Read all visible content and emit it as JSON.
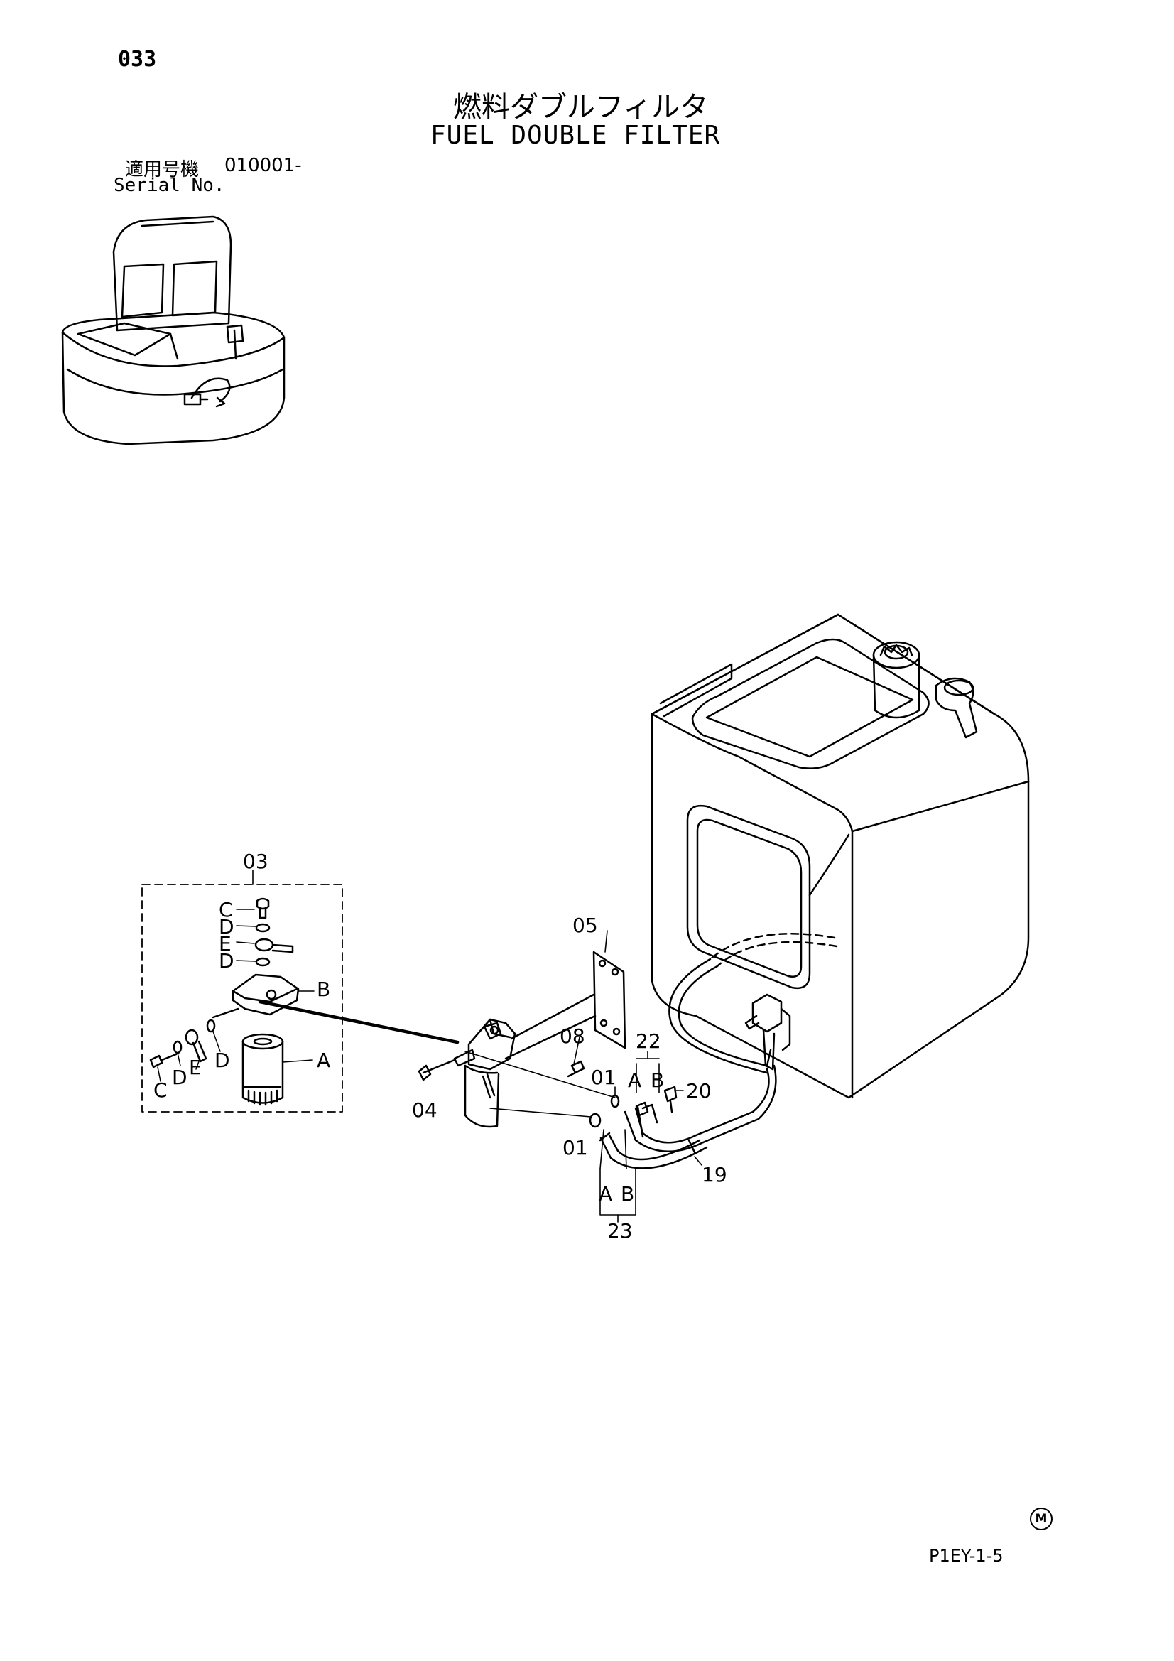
{
  "header": {
    "page_number": "033",
    "title_jp": "燃料ダブルフィルタ",
    "title_en": "FUEL DOUBLE FILTER",
    "serial_label_jp": "適用号機",
    "serial_value": "010001-",
    "serial_label_en": "Serial No."
  },
  "callouts": {
    "n03": "03",
    "n05": "05",
    "n08": "08",
    "n22": "22",
    "n01a": "01",
    "n20": "20",
    "n04": "04",
    "n01b": "01",
    "n19": "19",
    "n23": "23",
    "sub_A": "A",
    "sub_B": "B",
    "sub_C": "C",
    "sub_D": "D",
    "sub_E": "E",
    "A22": "A",
    "B22": "B",
    "A23": "A",
    "B23": "B",
    "inset_C1": "C",
    "inset_D1": "D",
    "inset_E1": "E",
    "inset_D2": "D",
    "inset_B": "B",
    "inset_C2": "C",
    "inset_D3": "D",
    "inset_E2": "E",
    "inset_D4": "D",
    "inset_A": "A"
  },
  "footer": {
    "mark": "M",
    "doc_code": "P1EY-1-5"
  }
}
